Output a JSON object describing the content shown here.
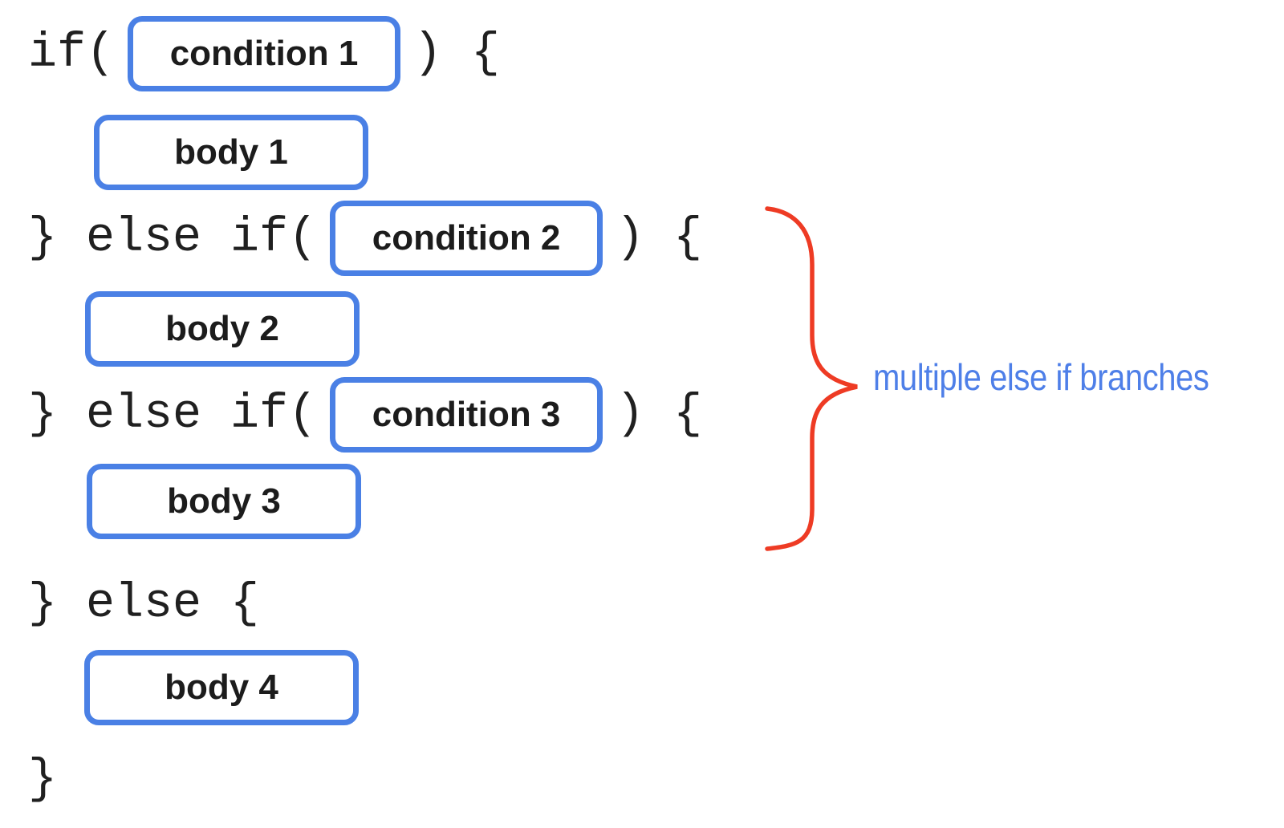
{
  "colors": {
    "box_border_blue": "#4a80e5",
    "brace_red": "#ee3b24",
    "annotation_blue": "#4e7fe8",
    "code_text": "#202020",
    "label_text": "#1c1c1c",
    "background": "#ffffff"
  },
  "code_diagram": {
    "line1": {
      "before": "if(",
      "condition": "condition 1",
      "after": ") {"
    },
    "body1": "body 1",
    "line2": {
      "before": "} else if(",
      "condition": "condition 2",
      "after": ") {"
    },
    "body2": "body 2",
    "line3": {
      "before": "} else if(",
      "condition": "condition 3",
      "after": ") {"
    },
    "body3": "body 3",
    "line4": "} else {",
    "body4": "body 4",
    "line5": "}"
  },
  "annotation": {
    "label": "multiple else if branches",
    "brace_icon": "curly-brace"
  }
}
